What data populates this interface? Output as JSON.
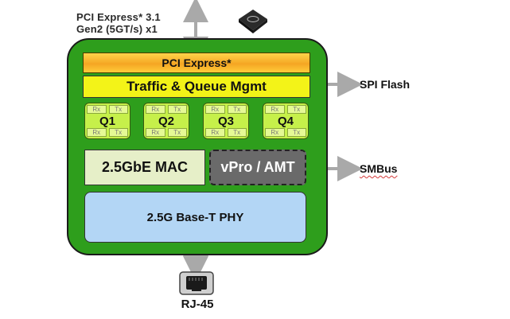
{
  "pcie_link": {
    "line1": "PCI Express* 3.1",
    "line2": "Gen2 (5GT/s) x1"
  },
  "blocks": {
    "pcie": "PCI Express*",
    "traffic": "Traffic & Queue Mgmt",
    "mac": "2.5GbE MAC",
    "vpro": "vPro / AMT",
    "phy": "2.5G Base-T PHY"
  },
  "queues": [
    {
      "name": "Q1",
      "rx": "Rx",
      "tx": "Tx"
    },
    {
      "name": "Q2",
      "rx": "Rx",
      "tx": "Tx"
    },
    {
      "name": "Q3",
      "rx": "Rx",
      "tx": "Tx"
    },
    {
      "name": "Q4",
      "rx": "Rx",
      "tx": "Tx"
    }
  ],
  "interfaces": {
    "spi": "SPI Flash",
    "smbus": "SMBus",
    "rj45": "RJ-45"
  },
  "colors": {
    "board": "#2e9e1c",
    "pcie_bar": "#f5a623",
    "traffic_bar": "#f3f318",
    "queue": "#c6f04a",
    "mac": "#e6efc8",
    "vpro": "#6a6a6a",
    "phy": "#b3d6f5",
    "arrow": "#a9a9a9"
  },
  "icons": {
    "chip": "intel-chip-icon",
    "connector": "rj45-port-icon"
  }
}
